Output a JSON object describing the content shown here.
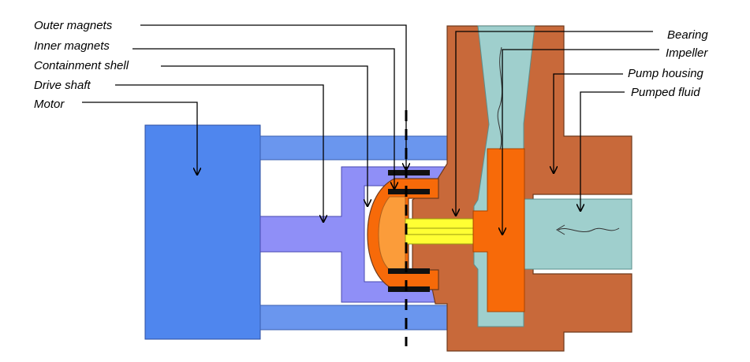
{
  "labels": {
    "outer_magnets": "Outer magnets",
    "inner_magnets": "Inner magnets",
    "containment_shell": "Containment shell",
    "drive_shaft": "Drive shaft",
    "motor": "Motor",
    "bearing": "Bearing",
    "impeller": "Impeller",
    "pump_housing": "Pump housing",
    "pumped_fluid": "Pumped fluid"
  },
  "colors": {
    "motor": "#4f86ee",
    "frame": "#6a96ee",
    "coupling": "#8f8ff7",
    "coupling_inner": "#b4b4f4",
    "housing": "#c8693a",
    "housing_edge": "#6e3a1c",
    "fluid": "#9fcfcd",
    "fluid_edge": "#5a8f8d",
    "impeller": "#f76a09",
    "hub": "#fb9c3a",
    "shaft": "#ffff33",
    "magnet": "#111111"
  }
}
